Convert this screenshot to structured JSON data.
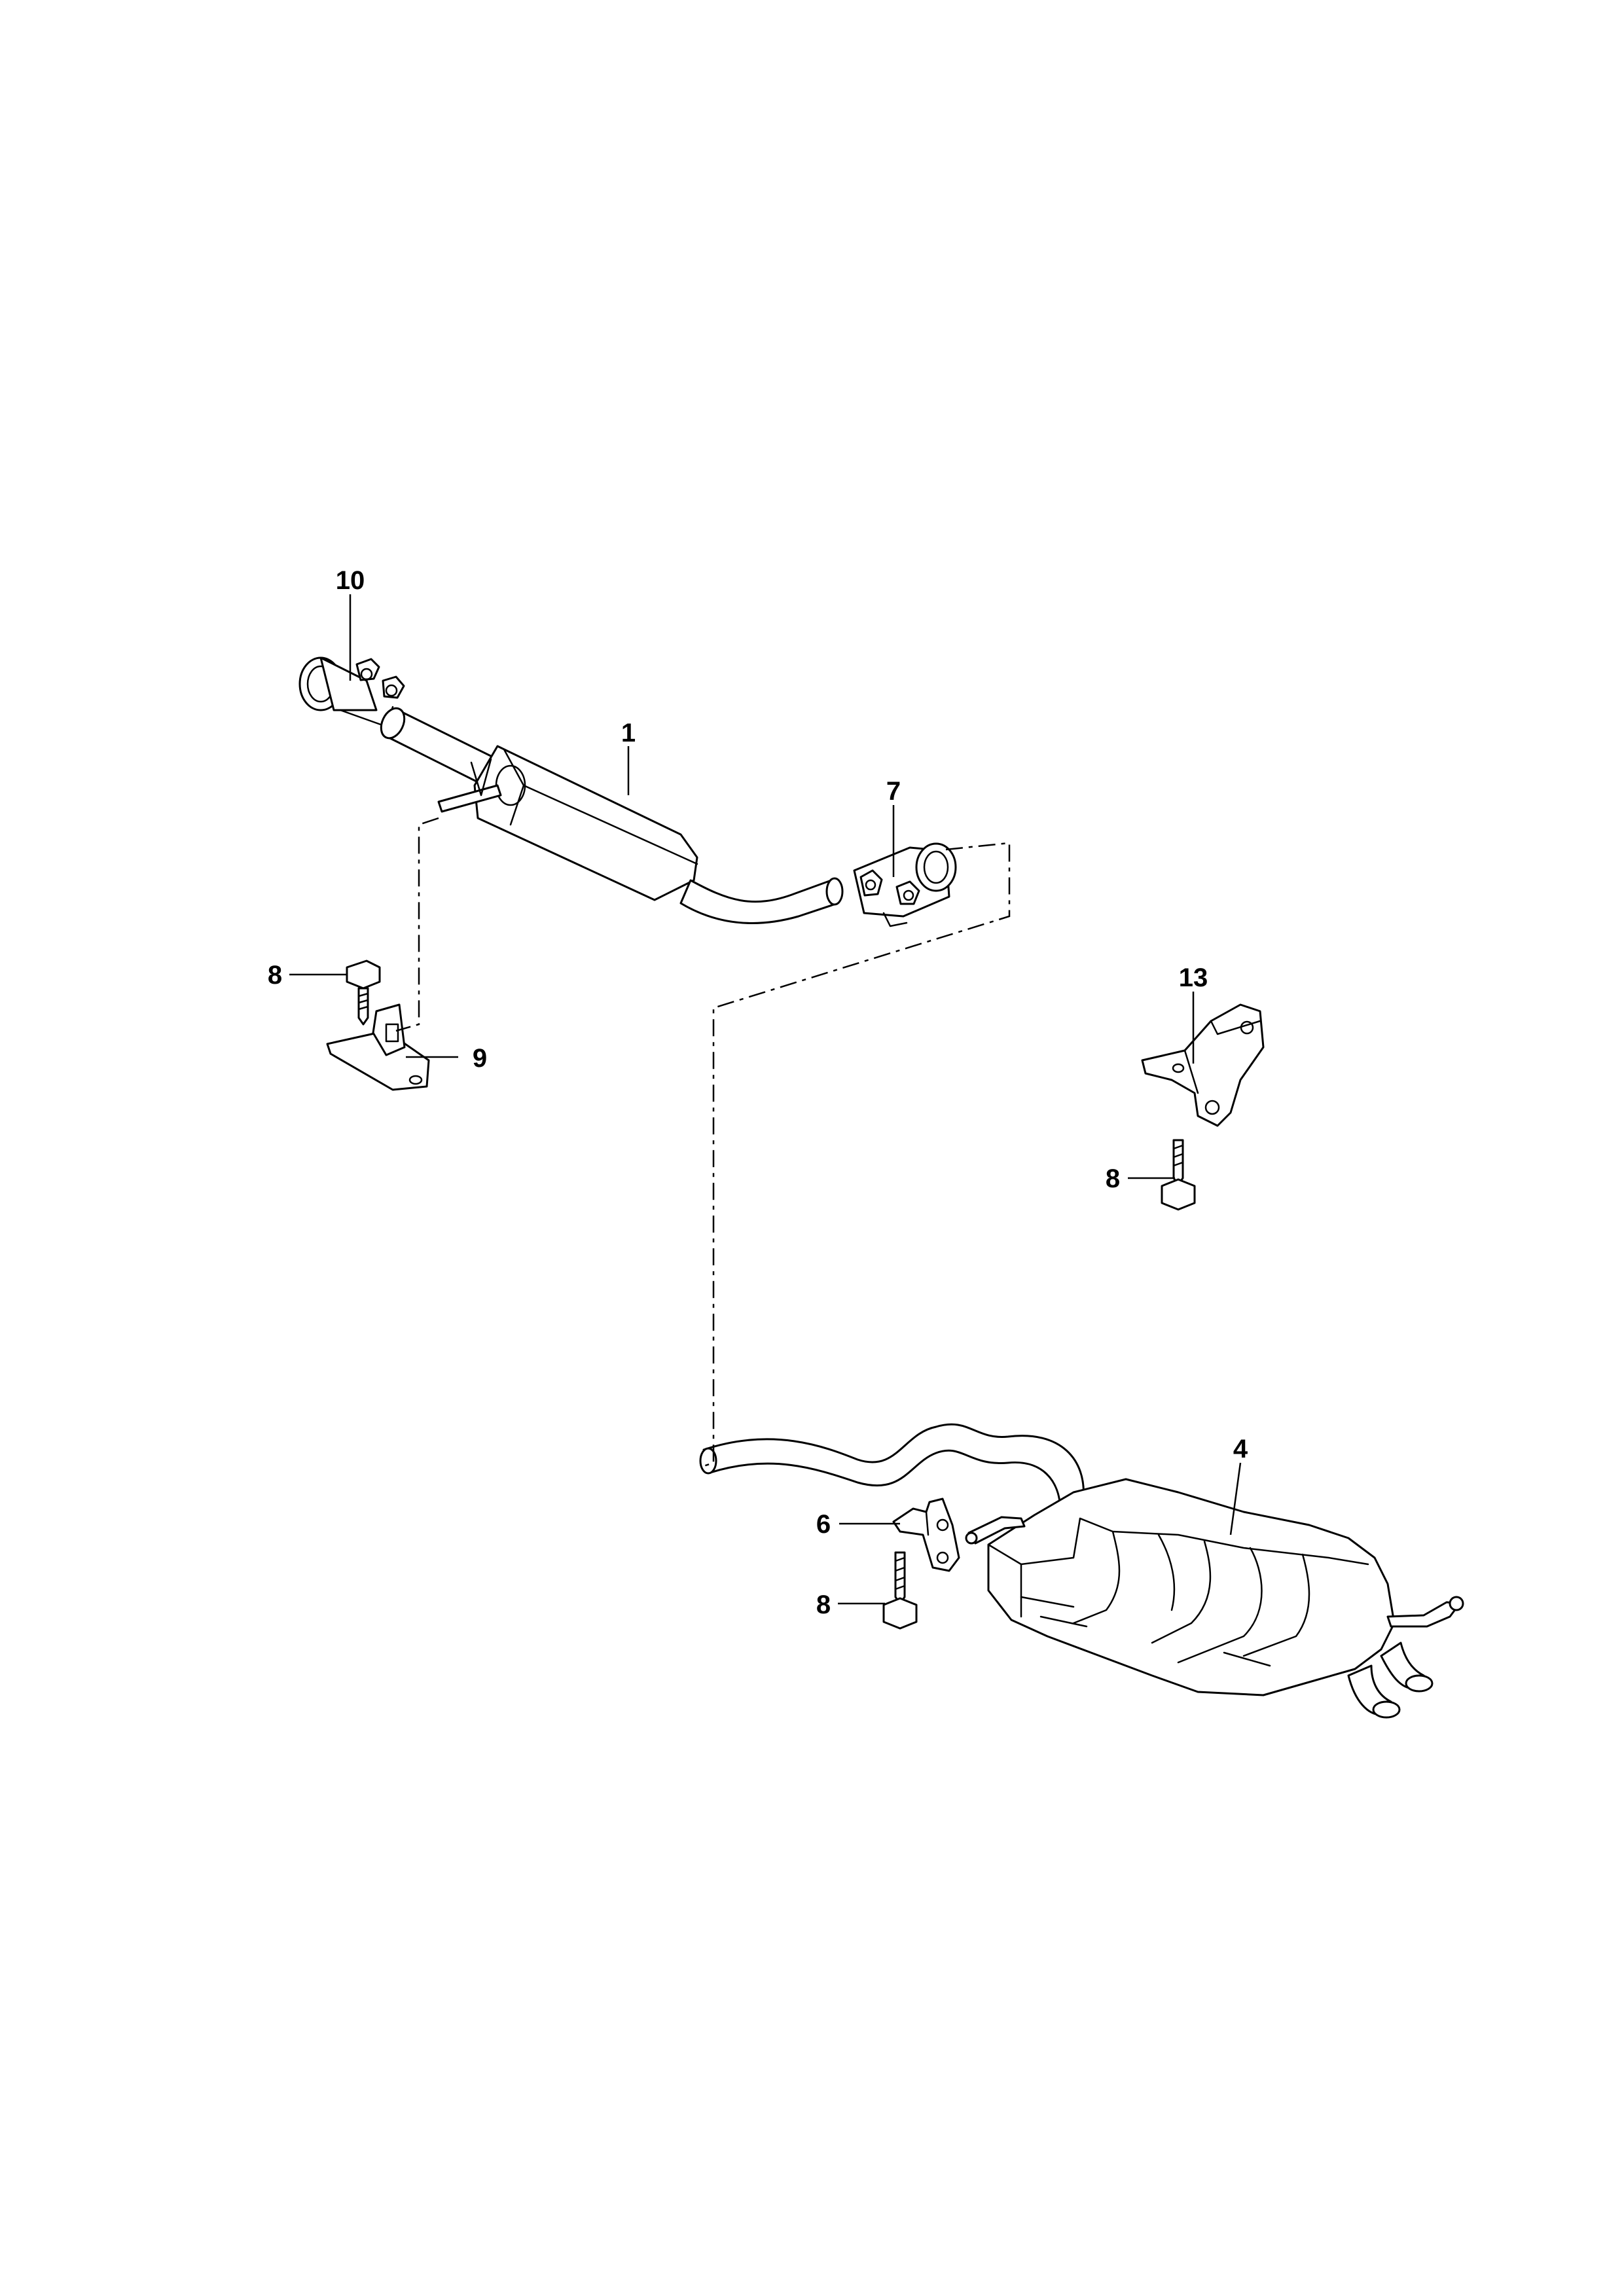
{
  "callouts": {
    "c10": "10",
    "c1": "1",
    "c7": "7",
    "c8a": "8",
    "c9": "9",
    "c13": "13",
    "c8b": "8",
    "c4": "4",
    "c6": "6",
    "c8c": "8"
  },
  "parts": {
    "clamp_front": "pipe-clamp-icon",
    "middle_silencer": "middle-silencer-icon",
    "clamp_rear": "pipe-clamp-icon",
    "bolt": "bolt-icon",
    "bracket_front": "hanger-bracket-icon",
    "bracket_upper": "support-bracket-icon",
    "rear_silencer": "rear-silencer-icon",
    "hanger_rear": "hanger-bracket-icon"
  }
}
